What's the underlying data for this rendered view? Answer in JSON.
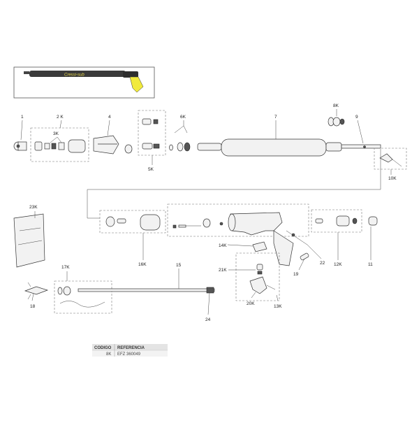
{
  "thumbnail": {
    "brand_text": "Cressi-sub"
  },
  "labels": {
    "l1": "1",
    "l2K": "2 K",
    "l3K": "3K",
    "l4": "4",
    "l5K": "5K",
    "l6K": "6K",
    "l7": "7",
    "l8K": "8K",
    "l9": "9",
    "l10K": "10K",
    "l23K": "23K",
    "l16K": "16K",
    "l14K": "14K",
    "l22": "22",
    "l12K": "12K",
    "l11": "11",
    "l19": "19",
    "l21K": "21K",
    "l20K": "20K",
    "l13K": "13K",
    "l17K": "17K",
    "l15": "15",
    "l18": "18",
    "l24": "24"
  },
  "table": {
    "col1_header": "CODIGO",
    "col2_header": "REFERENCIA",
    "row": {
      "code": "8K",
      "reference": "EFZ 360049"
    }
  }
}
